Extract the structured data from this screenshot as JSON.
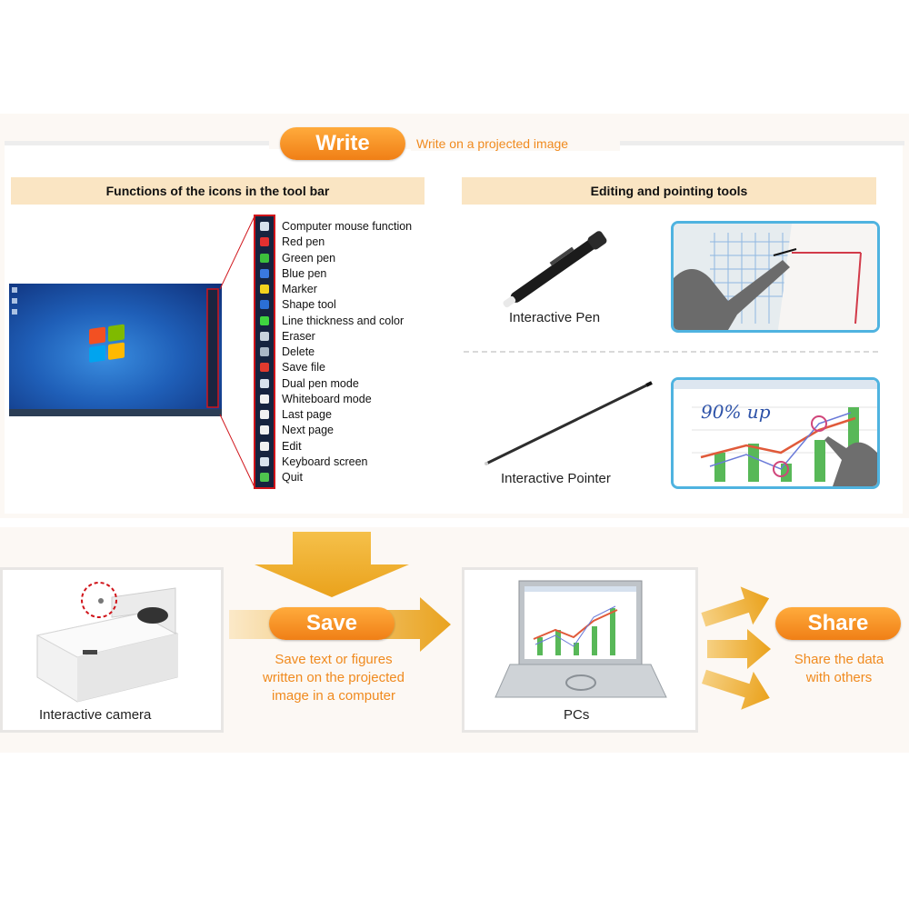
{
  "write": {
    "pill_label": "Write",
    "subtitle": "Write on a projected image"
  },
  "toolbar_section": {
    "heading": "Functions of the icons in the tool bar",
    "items": [
      {
        "label": "Computer mouse function",
        "icon": "cursor-icon",
        "color": "#d8e2ee"
      },
      {
        "label": "Red pen",
        "icon": "red-pen-icon",
        "color": "#e23030"
      },
      {
        "label": "Green pen",
        "icon": "green-pen-icon",
        "color": "#3cbf3c"
      },
      {
        "label": "Blue pen",
        "icon": "blue-pen-icon",
        "color": "#3a78e0"
      },
      {
        "label": "Marker",
        "icon": "marker-icon",
        "color": "#f2d21e"
      },
      {
        "label": "Shape tool",
        "icon": "shape-icon",
        "color": "#2b6fd6"
      },
      {
        "label": "Line thickness and color",
        "icon": "line-thickness-icon",
        "color": "#3fd43f"
      },
      {
        "label": "Eraser",
        "icon": "eraser-icon",
        "color": "#c9d3de"
      },
      {
        "label": "Delete",
        "icon": "delete-icon",
        "color": "#aab7c6"
      },
      {
        "label": "Save file",
        "icon": "save-file-icon",
        "color": "#e03a2e"
      },
      {
        "label": "Dual pen mode",
        "icon": "dual-pen-icon",
        "color": "#d8e2ee"
      },
      {
        "label": "Whiteboard mode",
        "icon": "whiteboard-icon",
        "color": "#f1f1f1"
      },
      {
        "label": "Last page",
        "icon": "last-page-icon",
        "color": "#f1f1f1"
      },
      {
        "label": "Next page",
        "icon": "next-page-icon",
        "color": "#f1f1f1"
      },
      {
        "label": "Edit",
        "icon": "edit-icon",
        "color": "#f1f1f1"
      },
      {
        "label": "Keyboard screen",
        "icon": "keyboard-icon",
        "color": "#d8e2ee"
      },
      {
        "label": "Quit",
        "icon": "quit-icon",
        "color": "#4ec34e"
      }
    ]
  },
  "tools_section": {
    "heading": "Editing and pointing tools",
    "pen_label": "Interactive Pen",
    "pointer_label": "Interactive Pointer",
    "photo_annotation": "90% up"
  },
  "flow": {
    "camera_label": "Interactive camera",
    "save_pill": "Save",
    "save_text_lines": [
      "Save text or figures",
      "written on the projected",
      "image in a computer"
    ],
    "pc_label": "PCs",
    "share_pill": "Share",
    "share_text_lines": [
      "Share the data",
      "with others"
    ]
  },
  "colors": {
    "accent_orange": "#f08a1e",
    "heading_bar": "#fae5c3",
    "toolbar_border": "#d0141a",
    "photo_border": "#4fb3e0"
  }
}
